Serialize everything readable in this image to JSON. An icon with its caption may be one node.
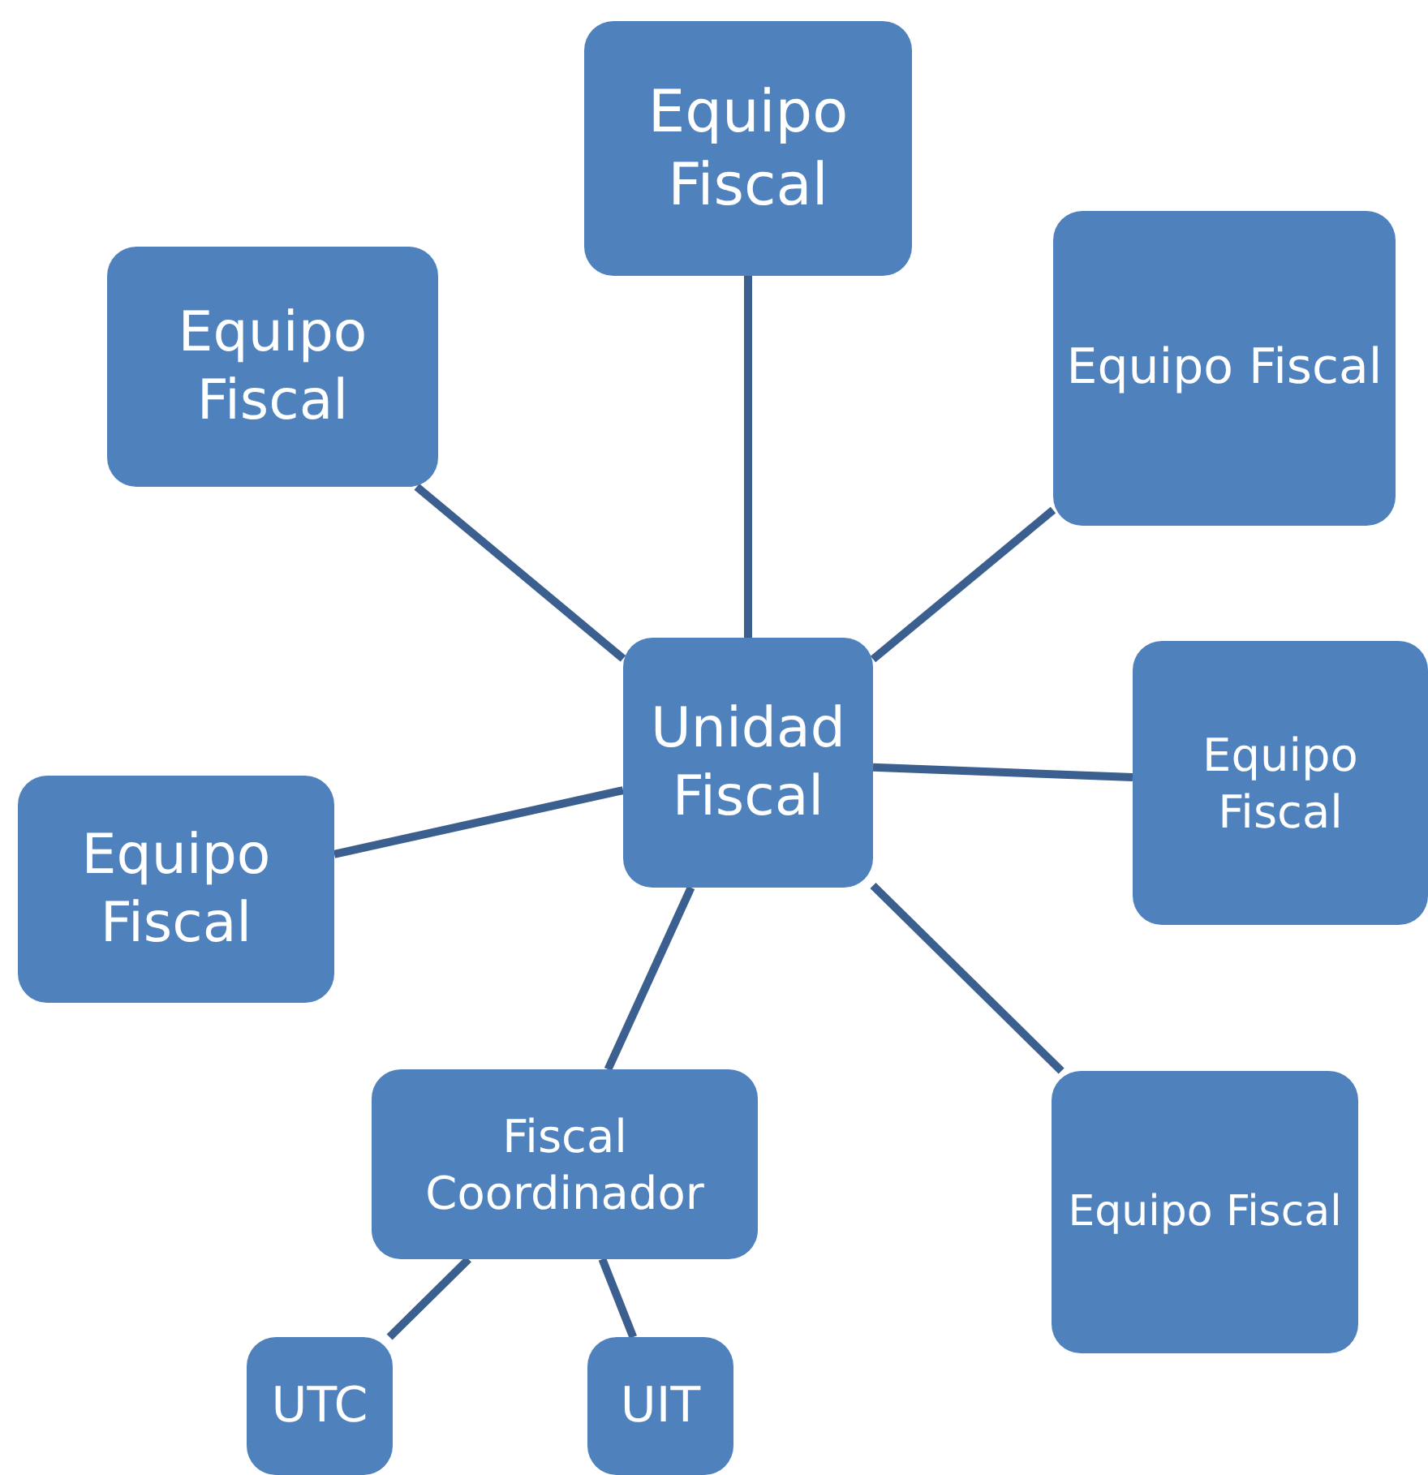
{
  "diagram": {
    "nodes": [
      {
        "text": [
          "Equipo Fiscal"
        ]
      },
      {
        "text": [
          "Equipo Fiscal"
        ]
      },
      {
        "text": [
          "Equipo Fiscal"
        ]
      },
      {
        "text": [
          "Unidad Fiscal"
        ]
      },
      {
        "text": [
          "Equipo Fiscal"
        ]
      },
      {
        "text": [
          "Equipo Fiscal"
        ]
      },
      {
        "text": [
          "Fiscal Coordinador"
        ]
      },
      {
        "text": [
          "Equipo Fiscal"
        ]
      },
      {
        "text": [
          "UTC"
        ]
      },
      {
        "text": [
          "UIT"
        ]
      }
    ],
    "edges": [
      {
        "from": 3,
        "to": 0,
        "arrow": "none"
      },
      {
        "from": 3,
        "to": 1,
        "arrow": "none"
      },
      {
        "from": 3,
        "to": 2,
        "arrow": "none"
      },
      {
        "from": 3,
        "to": 4,
        "arrow": "none"
      },
      {
        "from": 3,
        "to": 5,
        "arrow": "none"
      },
      {
        "from": 3,
        "to": 6,
        "arrow": "none"
      },
      {
        "from": 3,
        "to": 7,
        "arrow": "none"
      },
      {
        "from": 6,
        "to": 8,
        "arrow": "none"
      },
      {
        "from": 6,
        "to": 9,
        "arrow": "none"
      }
    ]
  }
}
